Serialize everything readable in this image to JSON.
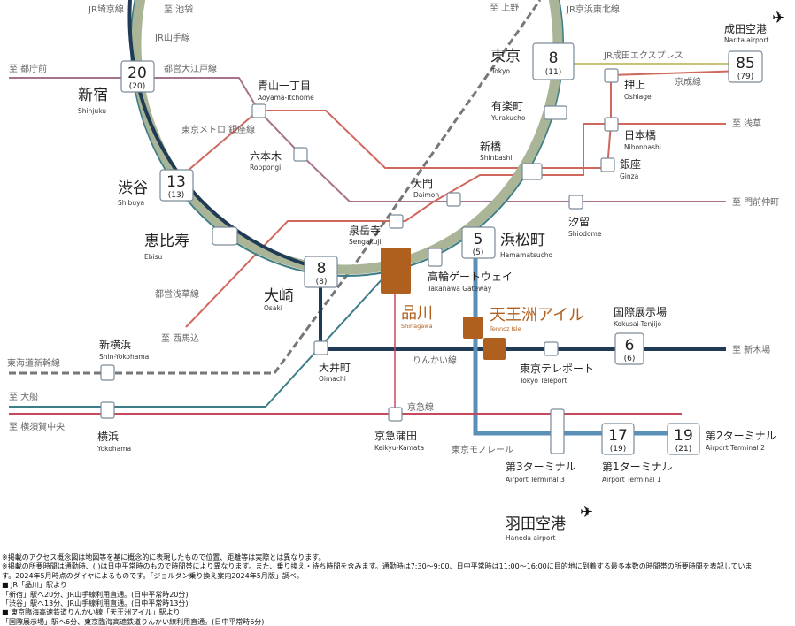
{
  "colors": {
    "yamanote": "#a9b596",
    "saikyo": "#1f3b55",
    "keihin": "#3d7d86",
    "rinkai": "#1f3b55",
    "monorail": "#5a8fb8",
    "keikyu": "#c74a5c",
    "asakusa": "#d0685e",
    "oedo": "#a8728b",
    "ginza": "#d0685e",
    "narita_express": "#c6c27a",
    "keisei": "#d0685e",
    "highlight": "#b0601e"
  },
  "lines": {
    "saikyo": "JR埼京線",
    "yamanote": "JR山手線",
    "oedo": "都営大江戸線",
    "ginza": "東京メトロ 銀座線",
    "keihin": "JR京浜東北線",
    "nex": "JR成田エクスプレス",
    "keisei": "京成線",
    "asakusa": "都営浅草線",
    "shinkansen": "東海道新幹線",
    "rinkai": "りんかい線",
    "keikyu": "京急線",
    "monorail": "東京モノレール"
  },
  "directions": {
    "ikebukuro": "至 池袋",
    "tochomae": "至 都庁前",
    "ueno": "至 上野",
    "asakusa": "至 浅草",
    "monzen": "至 門前仲町",
    "nishimagome": "至 西馬込",
    "shinkiba": "至 新木場",
    "ofuna": "至 大船",
    "yokosuka": "至 横須賀中央"
  },
  "stations": {
    "shinjuku": {
      "jp": "新宿",
      "en": "Shinjuku",
      "time": "20",
      "time2": "(20)"
    },
    "shibuya": {
      "jp": "渋谷",
      "en": "Shibuya",
      "time": "13",
      "time2": "(13)"
    },
    "ebisu": {
      "jp": "恵比寿",
      "en": "Ebisu"
    },
    "osaki": {
      "jp": "大崎",
      "en": "Osaki",
      "time": "8",
      "time2": "(8)"
    },
    "aoyama": {
      "jp": "青山一丁目",
      "en": "Aoyama-Itchome"
    },
    "roppongi": {
      "jp": "六本木",
      "en": "Roppongi"
    },
    "sengakuji": {
      "jp": "泉岳寺",
      "en": "Sengakuji"
    },
    "daimon": {
      "jp": "大門",
      "en": "Daimon"
    },
    "shinbashi": {
      "jp": "新橋",
      "en": "Shinbashi"
    },
    "yurakucho": {
      "jp": "有楽町",
      "en": "Yurakucho"
    },
    "tokyo": {
      "jp": "東京",
      "en": "Tokyo",
      "time": "8",
      "time2": "(11)"
    },
    "narita": {
      "jp": "成田空港",
      "en": "Narita airport",
      "time": "85",
      "time2": "(79)"
    },
    "oshiage": {
      "jp": "押上",
      "en": "Oshiage"
    },
    "nihonbashi": {
      "jp": "日本橋",
      "en": "Nihonbashi"
    },
    "ginza": {
      "jp": "銀座",
      "en": "Ginza"
    },
    "shiodome": {
      "jp": "汐留",
      "en": "Shiodome"
    },
    "hamamatsucho": {
      "jp": "浜松町",
      "en": "Hamamatsucho",
      "time": "5",
      "time2": "(5)"
    },
    "takanawa": {
      "jp": "高輪ゲートウェイ",
      "en": "Takanawa Gateway"
    },
    "shinagawa": {
      "jp": "品川",
      "en": "Shinagawa"
    },
    "tennozu": {
      "jp": "天王洲アイル",
      "en": "Tennoz Isle"
    },
    "kokusai": {
      "jp": "国際展示場",
      "en": "Kokusai-Tenjijo",
      "time": "6",
      "time2": "(6)"
    },
    "teleport": {
      "jp": "東京テレポート",
      "en": "Tokyo Teleport"
    },
    "oimachi": {
      "jp": "大井町",
      "en": "Oimachi"
    },
    "shinyokohama": {
      "jp": "新横浜",
      "en": "Shin-Yokohama"
    },
    "yokohama": {
      "jp": "横浜",
      "en": "Yokohama"
    },
    "kamata": {
      "jp": "京急蒲田",
      "en": "Keikyu-Kamata"
    },
    "t3": {
      "jp": "第3ターミナル",
      "en": "Airport Terminal 3"
    },
    "t1": {
      "jp": "第1ターミナル",
      "en": "Airport Terminal 1",
      "time": "17",
      "time2": "(19)"
    },
    "t2": {
      "jp": "第2ターミナル",
      "en": "Airport Terminal 2",
      "time": "19",
      "time2": "(21)"
    },
    "haneda": {
      "jp": "羽田空港",
      "en": "Haneda airport"
    }
  },
  "icons": {
    "airport": "airplane-icon"
  },
  "notes": [
    "※掲載のアクセス概念図は地図等を基に概念的に表現したもので位置、距離等は実際とは異なります。",
    "※掲載の所要時間は通勤時、( )は日中平常時のもので時間帯により異なります。また、乗り換え・待ち時間を含みます。通勤時は7:30～9:00、日中平常時は11:00～16:00に目的地に到着する最多本数の時間帯の所要時間を表記していま",
    "す。2024年5月時点のダイヤによるものです。「ジョルダン乗り換え案内2024年5月版」調べ。",
    "■ JR「品川」駅より",
    "「新宿」駅へ20分、JR山手線利用直通。(日中平常時20分)",
    "「渋谷」駅へ13分、JR山手線利用直通。(日中平常時13分)",
    "■ 東京臨海高速鉄道りんかい線「天王洲アイル」駅より",
    "「国際展示場」駅へ6分、東京臨海高速鉄道りんかい線利用直通。(日中平常時6分)"
  ]
}
